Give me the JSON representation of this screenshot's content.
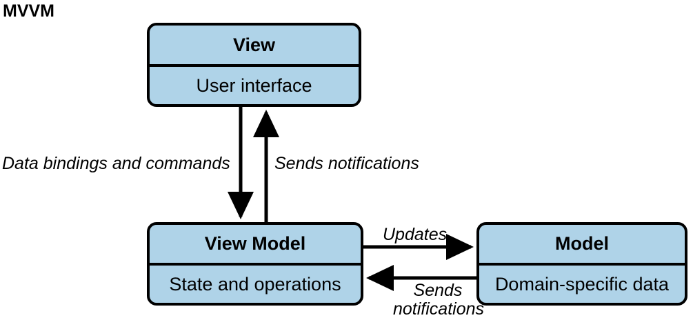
{
  "diagram": {
    "title": "MVVM",
    "type": "architecture-pattern-diagram",
    "nodes": [
      {
        "id": "view",
        "header": "View",
        "body": "User interface"
      },
      {
        "id": "view-model",
        "header": "View Model",
        "body": "State and operations"
      },
      {
        "id": "model",
        "header": "Model",
        "body": "Domain-specific data"
      }
    ],
    "edges": [
      {
        "id": "view-to-viewmodel",
        "label": "Data bindings and commands",
        "from": "view",
        "to": "view-model",
        "direction": "down"
      },
      {
        "id": "viewmodel-to-view",
        "label": "Sends notifications",
        "from": "view-model",
        "to": "view",
        "direction": "up"
      },
      {
        "id": "viewmodel-to-model",
        "label": "Updates",
        "from": "view-model",
        "to": "model",
        "direction": "right"
      },
      {
        "id": "model-to-viewmodel",
        "label_line1": "Sends",
        "label_line2": "notifications",
        "label": "Sends notifications",
        "from": "model",
        "to": "view-model",
        "direction": "left"
      }
    ],
    "colors": {
      "node_fill": "#afd3e8",
      "stroke": "#000000",
      "background": "#ffffff",
      "text": "#000000"
    }
  }
}
